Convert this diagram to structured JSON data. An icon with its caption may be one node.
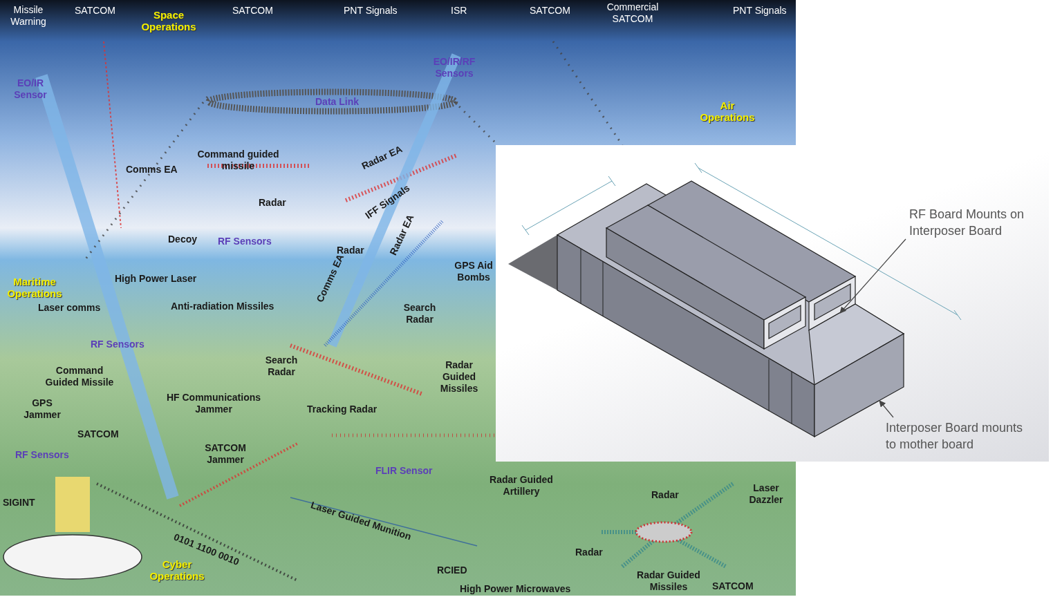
{
  "diagram": {
    "nodes": [
      {
        "text": [
          "RF Board Mounts on Interposer Board"
        ]
      },
      {
        "text": [],
        "shape": "box"
      },
      {
        "text": [
          "Interposer Board mounts to mother board"
        ]
      },
      {
        "text": [],
        "shape": "box"
      }
    ],
    "edges": [
      {
        "from": 0,
        "to": 1,
        "arrow": "to"
      },
      {
        "from": 2,
        "to": 3,
        "arrow": "to"
      }
    ],
    "labels": [
      "Missile Warning",
      "SATCOM",
      "Space Operations",
      "SATCOM",
      "PNT Signals",
      "ISR",
      "SATCOM",
      "Commercial SATCOM",
      "PNT Signals",
      "EO/IR Sensor",
      "EO/IR/RF Sensors",
      "Data Link",
      "Air Operations",
      "Comms EA",
      "Command guided missile",
      "Radar EA",
      "Radar",
      "IFF Signals",
      "Decoy",
      "RF Sensors",
      "Radar",
      "Radar EA",
      "GPS Aid Bombs",
      "Maritime Operations",
      "High Power Laser",
      "Laser comms",
      "Anti-radiation Missiles",
      "Comms EA",
      "Search Radar",
      "RF Sensors",
      "Search Radar",
      "Command Guided Missile",
      "Radar Guided Missiles",
      "GPS Jammer",
      "HF Communications Jammer",
      "Tracking Radar",
      "SATCOM",
      "SATCOM Jammer",
      "RF Sensors",
      "FLIR Sensor",
      "Radar Guided Artillery",
      "Radar",
      "Laser Dazzler",
      "SIGINT",
      "Laser Guided Munition",
      "0101 1100 0010",
      "Radar",
      "Cyber Operations",
      "RCIED",
      "Radar Guided Missiles",
      "SATCOM",
      "High Power Microwaves"
    ]
  }
}
